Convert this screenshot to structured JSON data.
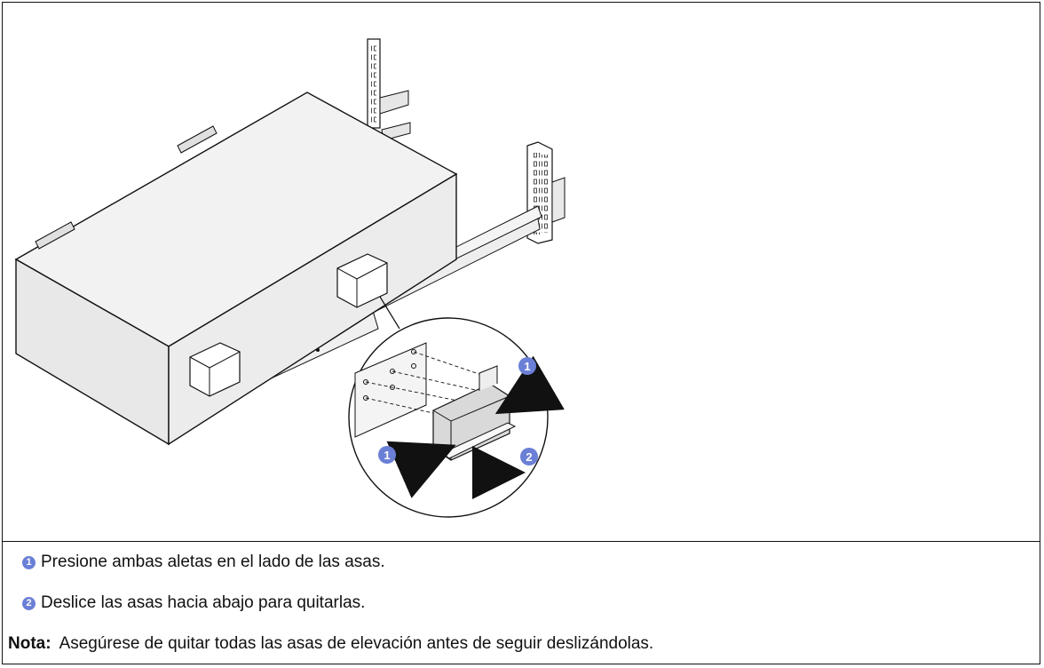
{
  "figure": {
    "callout_badges": [
      "1",
      "1",
      "2"
    ]
  },
  "steps": [
    {
      "number": "1",
      "text": "Presione ambas aletas en el lado de las asas."
    },
    {
      "number": "2",
      "text": "Deslice las asas hacia abajo para quitarlas."
    }
  ],
  "note": {
    "label": "Nota:",
    "text": "Asegúrese de quitar todas las asas de elevación antes de seguir deslizándolas."
  },
  "colors": {
    "badge": "#6b7fd6",
    "device": "#f2f2f2",
    "outline": "#111111"
  }
}
